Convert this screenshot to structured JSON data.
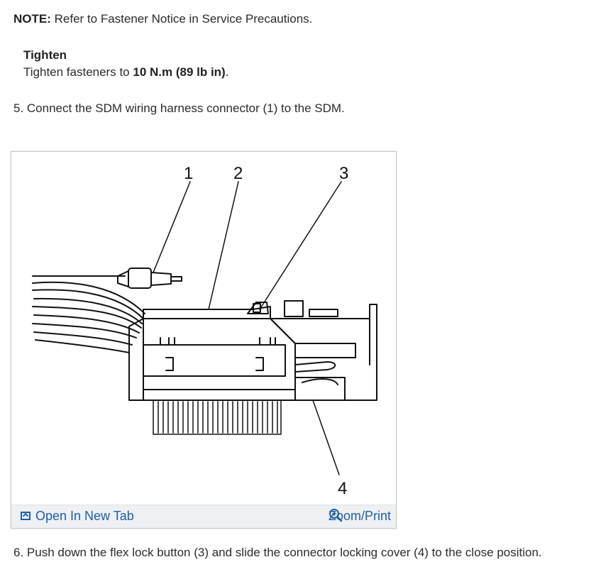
{
  "note": {
    "label": "NOTE:",
    "text": "Refer to Fastener Notice in Service Precautions."
  },
  "tighten": {
    "title": "Tighten",
    "prefix": "Tighten fasteners to ",
    "value": "10 N.m (89 lb in)",
    "suffix": "."
  },
  "steps": {
    "step5": "5. Connect the SDM wiring harness connector (1) to the SDM.",
    "step6": "6. Push down the flex lock button (3) and slide the connector locking cover (4) to the close position."
  },
  "figure": {
    "callouts": [
      "1",
      "2",
      "3",
      "4"
    ],
    "open_in_new_tab": "Open In New Tab",
    "zoom_print": "Zoom/Print",
    "icons": {
      "open_tab": "open-tab-icon",
      "zoom": "zoom-in-icon"
    },
    "link_color": "#1f5fa8"
  }
}
